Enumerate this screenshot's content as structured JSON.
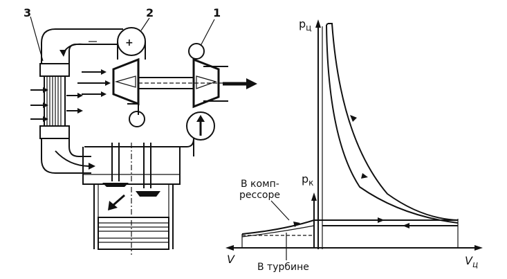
{
  "engine": {
    "labels": {
      "cooler_num": "3",
      "compressor_num": "2",
      "turbine_num": "1",
      "plus": "+"
    }
  },
  "indicator": {
    "y_top_label": "p",
    "y_top_sub": "ц",
    "y_mid_label": "p",
    "y_mid_sub": "к",
    "x_right_label": "V",
    "x_right_sub": "ц",
    "x_left_label": "V",
    "compressor_line1": "В комп-",
    "compressor_line2": "рессоре",
    "turbine_label": "В турбине"
  }
}
